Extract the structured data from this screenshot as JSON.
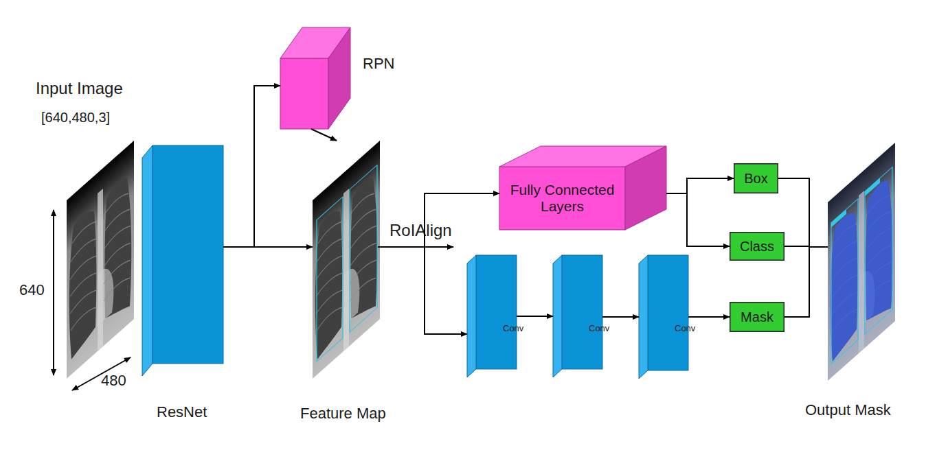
{
  "diagram": {
    "nodes": [
      {
        "text": [
          "Input Image",
          "[640,480,3]"
        ]
      },
      {
        "text": [
          "ResNet"
        ]
      },
      {
        "text": [
          "RPN"
        ]
      },
      {
        "text": [
          "Feature Map"
        ]
      },
      {
        "text": [
          "Fully Connected Layers"
        ]
      },
      {
        "text": [
          "Conv"
        ]
      },
      {
        "text": [
          "Conv"
        ]
      },
      {
        "text": [
          "Conv"
        ]
      },
      {
        "text": [
          "Box"
        ]
      },
      {
        "text": [
          "Class"
        ]
      },
      {
        "text": [
          "Mask"
        ]
      },
      {
        "text": [
          "Output Mask"
        ]
      }
    ],
    "edges": [
      {
        "from": 1,
        "to": 2,
        "arrow": "to"
      },
      {
        "from": 1,
        "to": 3,
        "arrow": "to"
      },
      {
        "from": 2,
        "to": 3,
        "arrow": "to"
      },
      {
        "from": 3,
        "to": 4,
        "arrow": "to"
      },
      {
        "from": 3,
        "to": 5,
        "arrow": "to"
      },
      {
        "from": 5,
        "to": 6,
        "arrow": "to"
      },
      {
        "from": 6,
        "to": 7,
        "arrow": "to"
      },
      {
        "from": 7,
        "to": 10,
        "arrow": "to"
      },
      {
        "from": 4,
        "to": 8,
        "arrow": "to"
      },
      {
        "from": 4,
        "to": 9,
        "arrow": "to"
      },
      {
        "from": 8,
        "to": 11,
        "arrow": "none"
      },
      {
        "from": 9,
        "to": 11,
        "arrow": "none"
      },
      {
        "from": 10,
        "to": 11,
        "arrow": "none"
      }
    ],
    "labels": [
      "640",
      "480",
      "RoIAlign"
    ]
  }
}
